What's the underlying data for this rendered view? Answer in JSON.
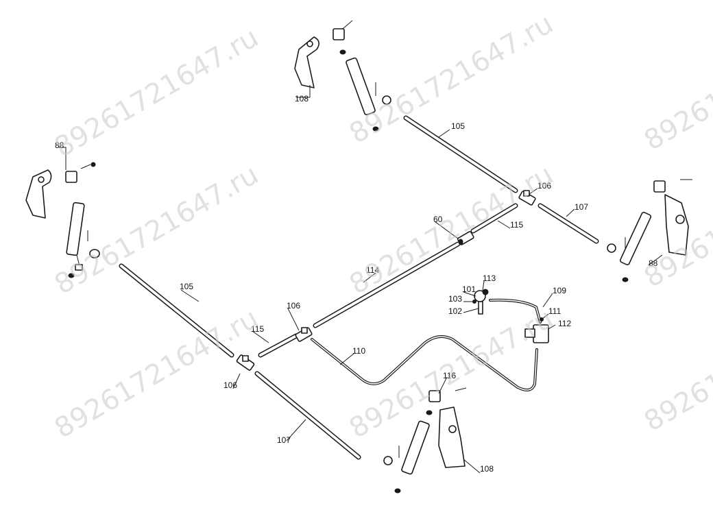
{
  "diagram": {
    "labels": [
      {
        "id": "88a",
        "text": "88"
      },
      {
        "id": "88b",
        "text": "88"
      },
      {
        "id": "108a",
        "text": "108"
      },
      {
        "id": "108b",
        "text": "108"
      },
      {
        "id": "105a",
        "text": "105"
      },
      {
        "id": "105b",
        "text": "105"
      },
      {
        "id": "106a",
        "text": "106"
      },
      {
        "id": "106b",
        "text": "106"
      },
      {
        "id": "106c",
        "text": "106"
      },
      {
        "id": "107a",
        "text": "107"
      },
      {
        "id": "107b",
        "text": "107"
      },
      {
        "id": "60",
        "text": "60"
      },
      {
        "id": "115a",
        "text": "115"
      },
      {
        "id": "115b",
        "text": "115"
      },
      {
        "id": "114",
        "text": "114"
      },
      {
        "id": "113",
        "text": "113"
      },
      {
        "id": "101",
        "text": "101"
      },
      {
        "id": "103",
        "text": "103"
      },
      {
        "id": "102",
        "text": "102"
      },
      {
        "id": "109",
        "text": "109"
      },
      {
        "id": "111",
        "text": "111"
      },
      {
        "id": "112",
        "text": "112"
      },
      {
        "id": "110",
        "text": "110"
      },
      {
        "id": "116",
        "text": "116"
      }
    ],
    "watermark": "89261721647.ru"
  }
}
